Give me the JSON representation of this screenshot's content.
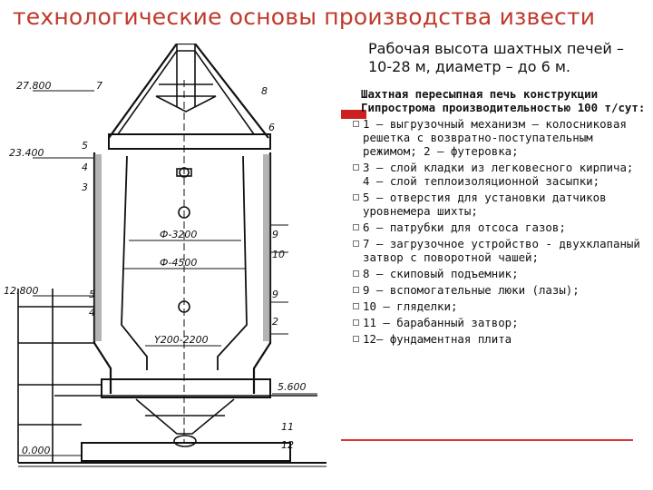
{
  "title": "технологические основы производства извести",
  "lead": "Рабочая высота шахтных печей – 10-28 м, диаметр – до 6 м.",
  "caption": {
    "heading": "Шахтная пересыпная печь конструкции Гипростромa производительностью 100 т/сут:",
    "items": [
      "1 — выгрузочный механизм – колосниковая решетка с возвратно-поступательным режимом; 2 — футеровка;",
      "3 — слой кладки из легковесного кирпича; 4 — слой теплоизоляционной засыпки;",
      "5 — отверстия для установки датчиков уровнемера шихты;",
      "6 — патрубки для отсоса газов;",
      "7 — загрузочное устройство - двухклапаный затвор с поворотной чашей;",
      "8 — скиповый подъемник;",
      "9 — вспомогательные люки (лазы);",
      "10 — гляделки;",
      "11 — барабанный затвор;",
      "12— фундаментная плита"
    ]
  },
  "drawing": {
    "elevations": [
      "27.800",
      "23.400",
      "12.800",
      "5.600",
      "0.000"
    ],
    "dimensions": [
      "Ф-3200",
      "Ф-4500",
      "Y200-2200"
    ],
    "callouts": [
      "7",
      "8",
      "6",
      "5",
      "4",
      "3",
      "9",
      "10",
      "5",
      "4",
      "9",
      "2",
      "11",
      "12"
    ]
  },
  "colors": {
    "title": "#c0392b",
    "accent": "#cc1f1f"
  }
}
